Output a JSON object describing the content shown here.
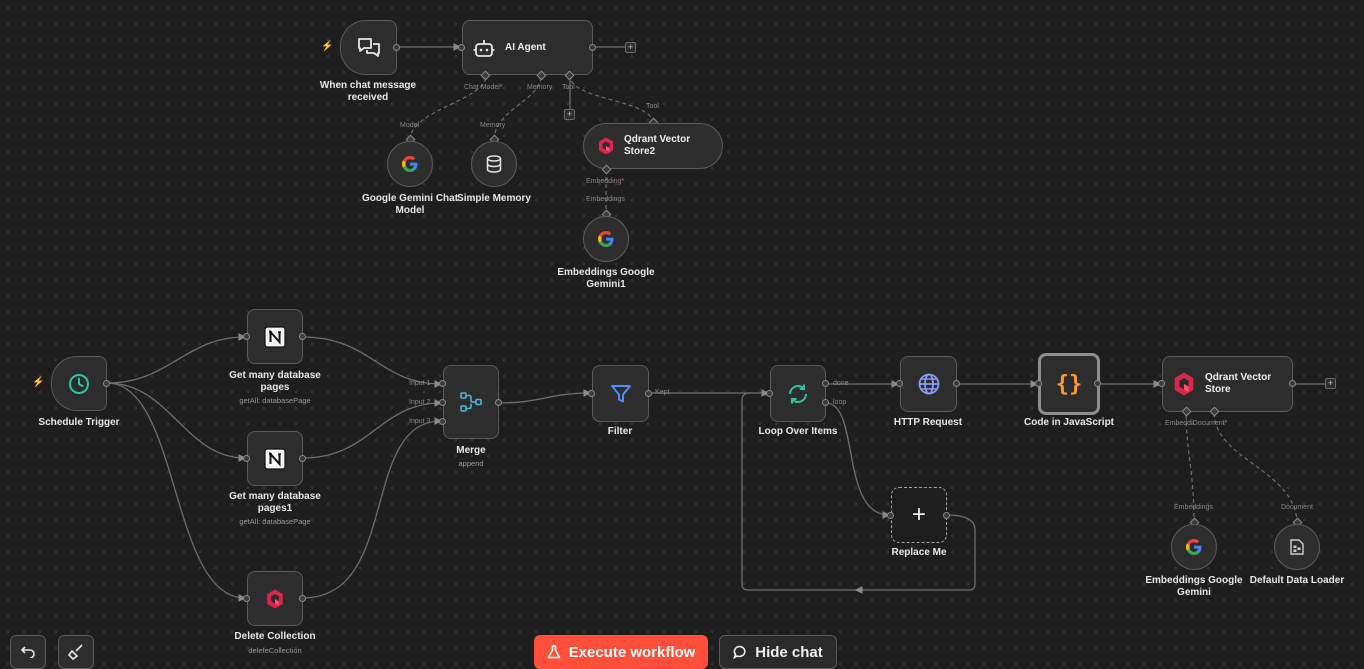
{
  "nodes": {
    "chat_trigger": {
      "label": "When chat message received"
    },
    "ai_agent": {
      "title": "AI Agent",
      "ports": {
        "chat_model": "Chat Model",
        "memory": "Memory",
        "tool": "Tool"
      }
    },
    "gemini_chat": {
      "label": "Google Gemini Chat Model",
      "port": "Model"
    },
    "simple_memory": {
      "label": "Simple Memory",
      "port": "Memory"
    },
    "qdrant2": {
      "title": "Qdrant Vector Store2",
      "port_in": "Tool",
      "port_out": "Embedding"
    },
    "embeddings_gemini1": {
      "label": "Embeddings Google Gemini1",
      "port": "Embeddings"
    },
    "schedule": {
      "label": "Schedule Trigger"
    },
    "notion1": {
      "label": "Get many database pages",
      "sub": "getAll: databasePage"
    },
    "notion2": {
      "label": "Get many database pages1",
      "sub": "getAll: databasePage"
    },
    "delete": {
      "label": "Delete Collection",
      "sub": "deleteCollection"
    },
    "merge": {
      "label": "Merge",
      "sub": "append",
      "inputs": [
        "Input 1",
        "Input 2",
        "Input 3"
      ]
    },
    "filter": {
      "label": "Filter",
      "out": "Kept"
    },
    "loop": {
      "label": "Loop Over Items",
      "out_done": "done",
      "out_loop": "loop"
    },
    "http": {
      "label": "HTTP Request"
    },
    "code": {
      "label": "Code in JavaScript",
      "glyph": "{}"
    },
    "qdrant": {
      "title": "Qdrant Vector Store",
      "port_emb": "Embeddi",
      "port_doc": "Document"
    },
    "replace": {
      "label": "Replace Me"
    },
    "embeddings_gemini": {
      "label": "Embeddings Google Gemini",
      "port": "Embeddings"
    },
    "data_loader": {
      "label": "Default Data Loader",
      "port": "Document"
    }
  },
  "buttons": {
    "execute": "Execute workflow",
    "hide_chat": "Hide chat"
  },
  "icons": [
    "chat-icon",
    "robot-icon",
    "google-icon",
    "database-icon",
    "qdrant-icon",
    "clock-icon",
    "notion-icon",
    "merge-icon",
    "filter-icon",
    "loop-icon",
    "globe-icon",
    "code-icon",
    "document-icon",
    "undo-icon",
    "broom-icon",
    "flask-icon",
    "chat-bubble-icon"
  ],
  "colors": {
    "accent": "#ff4f3a",
    "canvas": "#1e1e1f",
    "node": "#2d2d2e",
    "edge": "#6f6f73"
  }
}
